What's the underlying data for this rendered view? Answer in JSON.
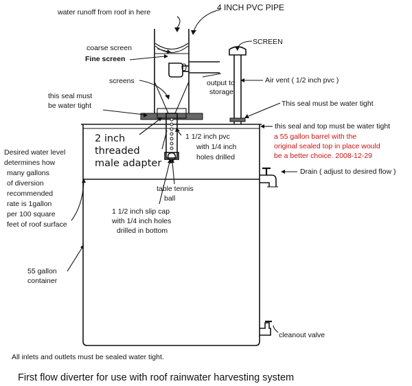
{
  "labels": {
    "pvc_pipe": "4 INCH PVC PIPE",
    "runoff": "water runoff from roof in here",
    "coarse_screen": "coarse screen",
    "fine_screen": "Fine screen",
    "screen_top": "SCREEN",
    "output_line1": "output to",
    "output_line2": "storage",
    "screens": "screens",
    "air_vent": "Air vent  ( 1/2 inch pvc )",
    "seal1_line1": "this seal must",
    "seal1_line2": "be water tight",
    "seal2": "This seal must be water tight",
    "seal3": "this seal and top must be water tight",
    "adapter_line1": "2 inch",
    "adapter_line2": "threaded",
    "adapter_line3": "male adapter",
    "pvc_line1": "1 1/2 inch pvc",
    "pvc_line2": "with 1/4 inch",
    "pvc_line3": "holes drilled",
    "desired_line1": "Desired water level",
    "desired_line2": "determines how",
    "desired_line3": "many gallons",
    "desired_line4": "of diversion",
    "desired_line5": "recommended",
    "desired_line6": "rate is 1gallon",
    "desired_line7": "per 100 square",
    "desired_line8": "feet of roof surface",
    "drain": "Drain  ( adjust to desired flow )",
    "tennis_line1": "table tennis",
    "tennis_line2": "ball",
    "slip_line1": "1 1/2 inch slip cap",
    "slip_line2": "with 1/4 inch holes",
    "slip_line3": "drilled in bottom",
    "container_line1": "55 gallon",
    "container_line2": "container",
    "cleanout": "cleanout valve"
  },
  "note": {
    "line1": "a 55 gallon barrel with the",
    "line2": "original sealed top in place would",
    "line3": "be a better choice. 2008-12-29",
    "color": "#cc1111"
  },
  "footer": {
    "sealed_note": "All inlets and outlets must be sealed water tight.",
    "caption": "First flow diverter for use with roof rainwater harvesting system"
  }
}
